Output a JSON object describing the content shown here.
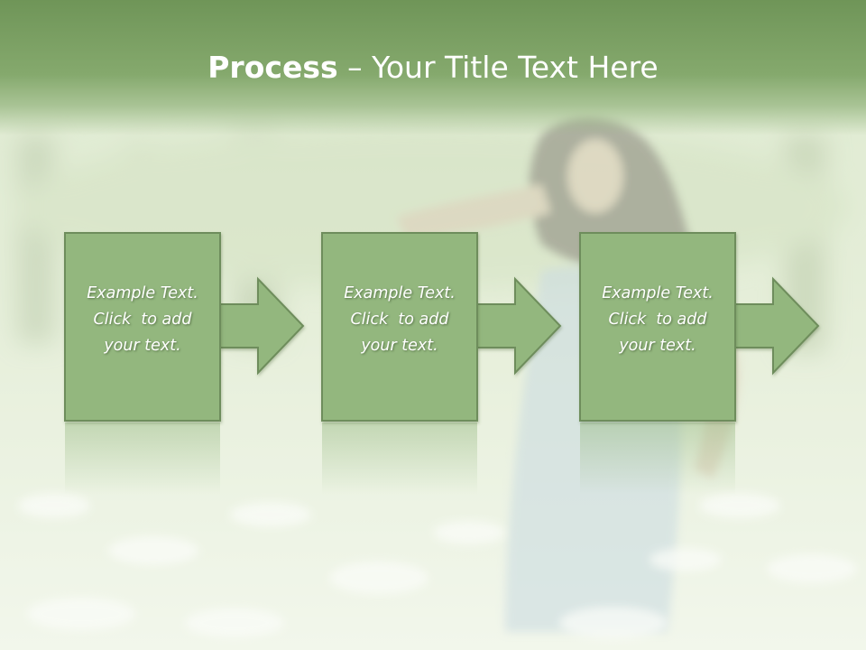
{
  "slide": {
    "title_strong": "Process",
    "title_rest": " – Your Title Text Here"
  },
  "steps": [
    {
      "line1": "Example Text.",
      "line2": "Click  to add",
      "line3": "your text."
    },
    {
      "line1": "Example Text.",
      "line2": "Click  to add",
      "line3": "your text."
    },
    {
      "line1": "Example Text.",
      "line2": "Click  to add",
      "line3": "your text."
    }
  ],
  "colors": {
    "title_band": "#7a9f62",
    "box_fill": "#93b77e",
    "box_border": "#6e8d5b",
    "meadow": "#dde9cf"
  }
}
